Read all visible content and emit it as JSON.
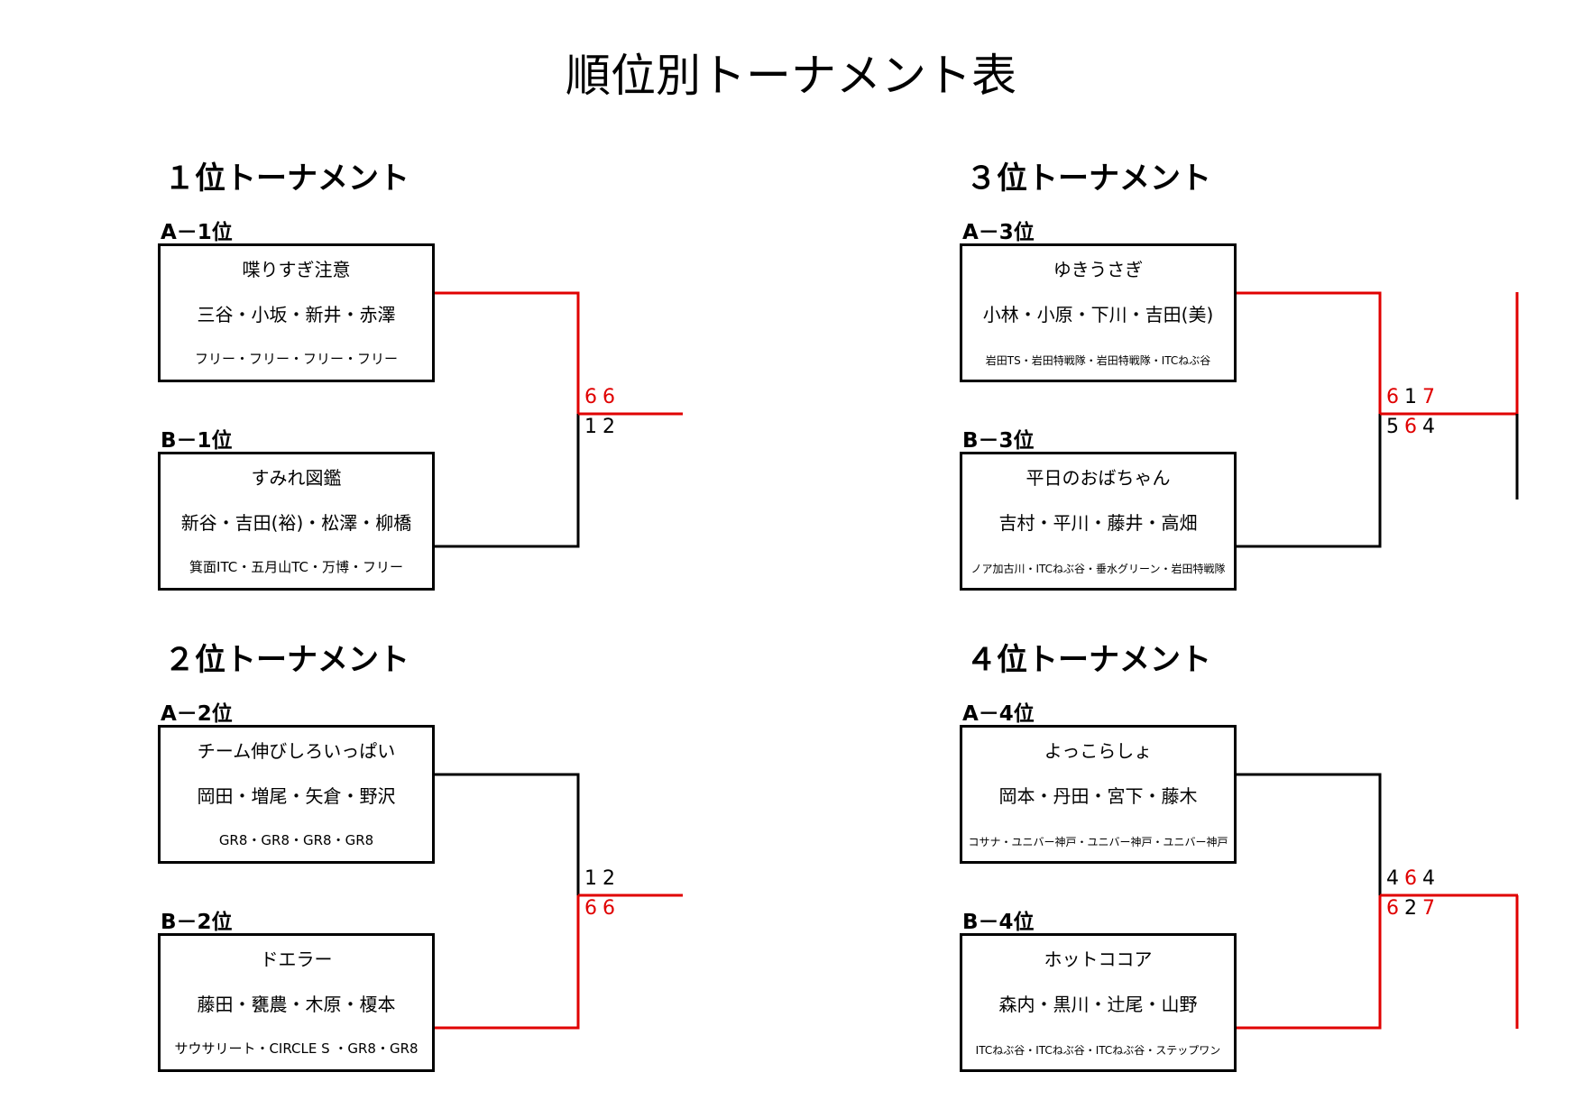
{
  "title": "順位別トーナメント表",
  "sections": [
    {
      "title": "１位トーナメント",
      "a": {
        "label": "A－1位",
        "team": "喋りすぎ注意",
        "players": "三谷・小坂・新井・赤澤",
        "clubs": "フリー・フリー・フリー・フリー"
      },
      "b": {
        "label": "B－1位",
        "team": "すみれ図鑑",
        "players": "新谷・吉田(裕)・松澤・柳橋",
        "clubs": "箕面ITC・五月山TC・万博・フリー"
      },
      "scores_top": [
        "6",
        "6"
      ],
      "scores_bottom": [
        "1",
        "2"
      ]
    },
    {
      "title": "３位トーナメント",
      "a": {
        "label": "A－3位",
        "team": "ゆきうさぎ",
        "players": "小林・小原・下川・吉田(美)",
        "clubs": "岩田TS・岩田特戦隊・岩田特戦隊・ITCねぶ谷"
      },
      "b": {
        "label": "B－3位",
        "team": "平日のおばちゃん",
        "players": "吉村・平川・藤井・高畑",
        "clubs": "ノア加古川・ITCねぶ谷・垂水グリーン・岩田特戦隊"
      },
      "scores_top": [
        "6",
        "1",
        "7"
      ],
      "scores_bottom": [
        "5",
        "6",
        "4"
      ]
    },
    {
      "title": "２位トーナメント",
      "a": {
        "label": "A－2位",
        "team": "チーム伸びしろいっぱい",
        "players": "岡田・増尾・矢倉・野沢",
        "clubs": "GR8・GR8・GR8・GR8"
      },
      "b": {
        "label": "B－2位",
        "team": "ドエラー",
        "players": "藤田・甕農・木原・榎本",
        "clubs": "サウサリート・CIRCLE S ・GR8・GR8"
      },
      "scores_top": [
        "1",
        "2"
      ],
      "scores_bottom": [
        "6",
        "6"
      ]
    },
    {
      "title": "４位トーナメント",
      "a": {
        "label": "A－4位",
        "team": "よっこらしょ",
        "players": "岡本・丹田・宮下・藤木",
        "clubs": "コサナ・ユニバー神戸・ユニバー神戸・ユニバー神戸"
      },
      "b": {
        "label": "B－4位",
        "team": "ホットココア",
        "players": "森内・黒川・辻尾・山野",
        "clubs": "ITCねぶ谷・ITCねぶ谷・ITCねぶ谷・ステップワン"
      },
      "scores_top": [
        "4",
        "6",
        "4"
      ],
      "scores_bottom": [
        "6",
        "2",
        "7"
      ]
    }
  ],
  "colors": {
    "winner": "#e00000",
    "loser": "#000000"
  }
}
